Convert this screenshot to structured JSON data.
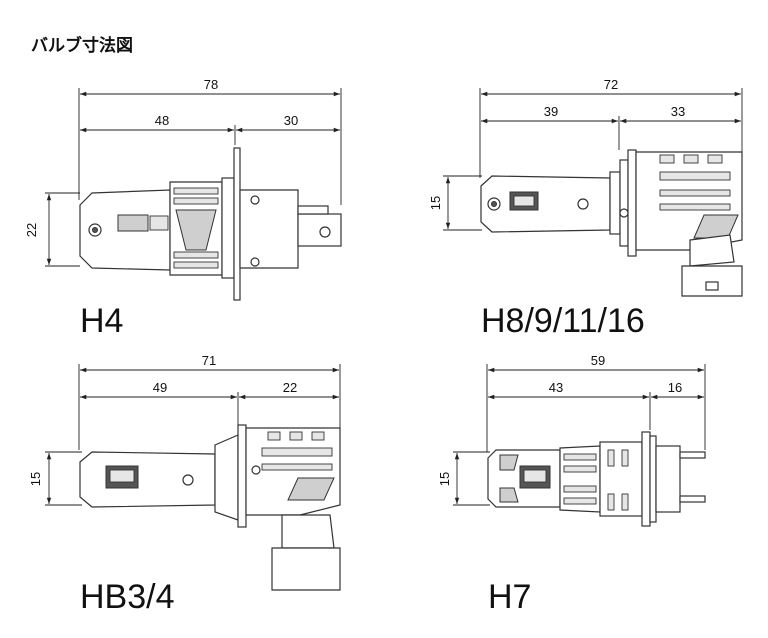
{
  "title": "バルブ寸法図",
  "bulbs": [
    {
      "id": "h4",
      "model": "H4",
      "total": "78",
      "head": "48",
      "base": "30",
      "height": "22"
    },
    {
      "id": "h8",
      "model": "H8/9/11/16",
      "total": "72",
      "head": "39",
      "base": "33",
      "height": "15"
    },
    {
      "id": "hb3",
      "model": "HB3/4",
      "total": "71",
      "head": "49",
      "base": "22",
      "height": "15"
    },
    {
      "id": "h7",
      "model": "H7",
      "total": "59",
      "head": "43",
      "base": "16",
      "height": "15"
    }
  ]
}
